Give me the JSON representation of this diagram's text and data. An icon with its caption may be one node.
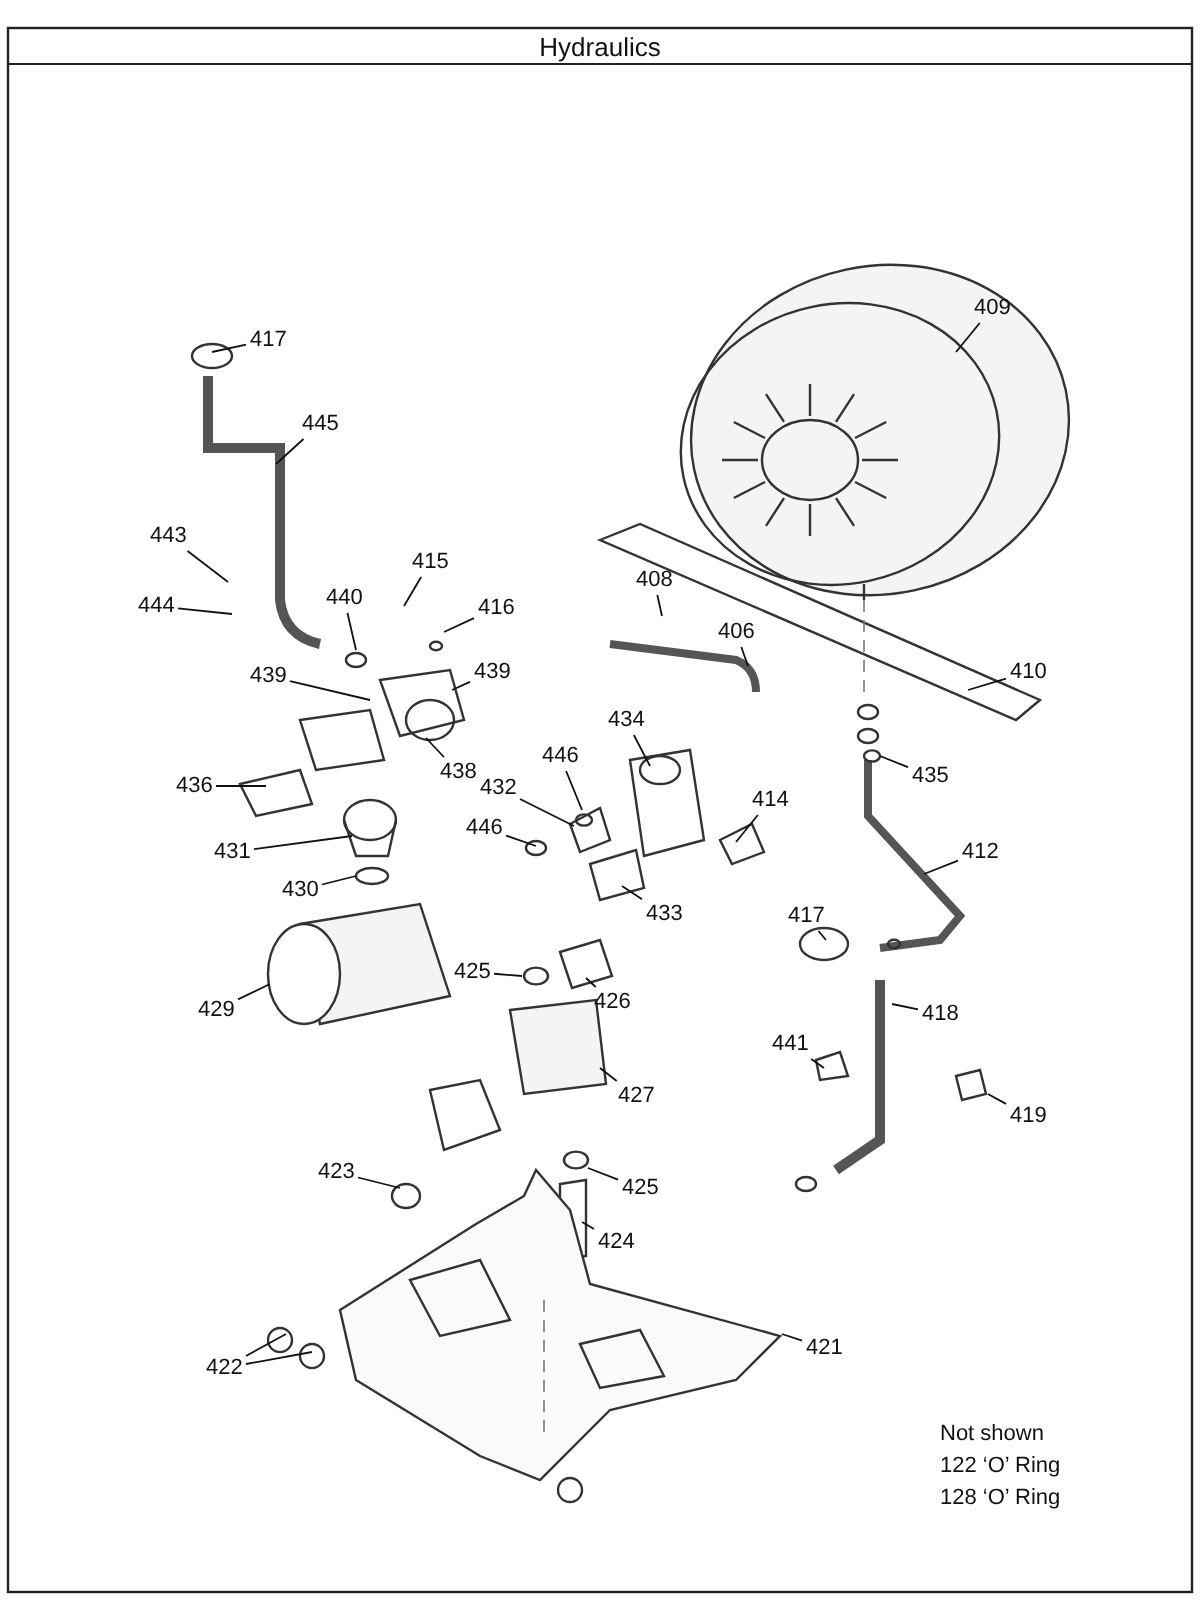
{
  "diagram": {
    "title": "Hydraulics",
    "nodes": [
      {
        "text": [
          "417"
        ]
      },
      {
        "text": [
          "445"
        ]
      },
      {
        "text": [
          "443"
        ]
      },
      {
        "text": [
          "444"
        ]
      },
      {
        "text": [
          "415"
        ]
      },
      {
        "text": [
          "440"
        ]
      },
      {
        "text": [
          "416"
        ]
      },
      {
        "text": [
          "439"
        ]
      },
      {
        "text": [
          "439"
        ]
      },
      {
        "text": [
          "408"
        ]
      },
      {
        "text": [
          "406"
        ]
      },
      {
        "text": [
          "410"
        ]
      },
      {
        "text": [
          "409"
        ]
      },
      {
        "text": [
          "434"
        ]
      },
      {
        "text": [
          "446"
        ]
      },
      {
        "text": [
          "432"
        ]
      },
      {
        "text": [
          "446"
        ]
      },
      {
        "text": [
          "414"
        ]
      },
      {
        "text": [
          "436"
        ]
      },
      {
        "text": [
          "438"
        ]
      },
      {
        "text": [
          "435"
        ]
      },
      {
        "text": [
          "431"
        ]
      },
      {
        "text": [
          "430"
        ]
      },
      {
        "text": [
          "412"
        ]
      },
      {
        "text": [
          "433"
        ]
      },
      {
        "text": [
          "417"
        ]
      },
      {
        "text": [
          "429"
        ]
      },
      {
        "text": [
          "425"
        ]
      },
      {
        "text": [
          "426"
        ]
      },
      {
        "text": [
          "418"
        ]
      },
      {
        "text": [
          "441"
        ]
      },
      {
        "text": [
          "419"
        ]
      },
      {
        "text": [
          "427"
        ]
      },
      {
        "text": [
          "425"
        ]
      },
      {
        "text": [
          "423"
        ]
      },
      {
        "text": [
          "424"
        ]
      },
      {
        "text": [
          "421"
        ]
      },
      {
        "text": [
          "422"
        ]
      }
    ],
    "edges": [
      {
        "from": 0,
        "to": null,
        "arrow": "none"
      },
      {
        "from": 1,
        "to": null,
        "arrow": "none"
      },
      {
        "from": 2,
        "to": null,
        "arrow": "none"
      },
      {
        "from": 3,
        "to": null,
        "arrow": "none"
      },
      {
        "from": 4,
        "to": null,
        "arrow": "none"
      },
      {
        "from": 5,
        "to": null,
        "arrow": "none"
      },
      {
        "from": 6,
        "to": null,
        "arrow": "none"
      },
      {
        "from": 7,
        "to": null,
        "arrow": "none"
      },
      {
        "from": 8,
        "to": null,
        "arrow": "none"
      },
      {
        "from": 9,
        "to": null,
        "arrow": "none"
      },
      {
        "from": 10,
        "to": null,
        "arrow": "none"
      },
      {
        "from": 11,
        "to": null,
        "arrow": "none"
      },
      {
        "from": 12,
        "to": null,
        "arrow": "none"
      },
      {
        "from": 13,
        "to": null,
        "arrow": "none"
      },
      {
        "from": 14,
        "to": null,
        "arrow": "none"
      },
      {
        "from": 15,
        "to": null,
        "arrow": "none"
      },
      {
        "from": 16,
        "to": null,
        "arrow": "none"
      },
      {
        "from": 17,
        "to": null,
        "arrow": "none"
      },
      {
        "from": 18,
        "to": null,
        "arrow": "none"
      },
      {
        "from": 19,
        "to": null,
        "arrow": "none"
      },
      {
        "from": 20,
        "to": null,
        "arrow": "none"
      },
      {
        "from": 21,
        "to": null,
        "arrow": "none"
      },
      {
        "from": 22,
        "to": null,
        "arrow": "none"
      },
      {
        "from": 23,
        "to": null,
        "arrow": "none"
      },
      {
        "from": 24,
        "to": null,
        "arrow": "none"
      },
      {
        "from": 25,
        "to": null,
        "arrow": "none"
      },
      {
        "from": 26,
        "to": null,
        "arrow": "none"
      },
      {
        "from": 27,
        "to": null,
        "arrow": "none"
      },
      {
        "from": 28,
        "to": null,
        "arrow": "none"
      },
      {
        "from": 29,
        "to": null,
        "arrow": "none"
      },
      {
        "from": 30,
        "to": null,
        "arrow": "none"
      },
      {
        "from": 31,
        "to": null,
        "arrow": "none"
      },
      {
        "from": 32,
        "to": null,
        "arrow": "none"
      },
      {
        "from": 33,
        "to": null,
        "arrow": "none"
      },
      {
        "from": 34,
        "to": null,
        "arrow": "none"
      },
      {
        "from": 35,
        "to": null,
        "arrow": "none"
      },
      {
        "from": 36,
        "to": null,
        "arrow": "none"
      },
      {
        "from": 37,
        "to": null,
        "arrow": "none"
      },
      {
        "from": 37,
        "to": null,
        "arrow": "none"
      }
    ],
    "labels": [
      "Not shown",
      "122 ‘O’ Ring",
      "128 ‘O’ Ring"
    ]
  }
}
